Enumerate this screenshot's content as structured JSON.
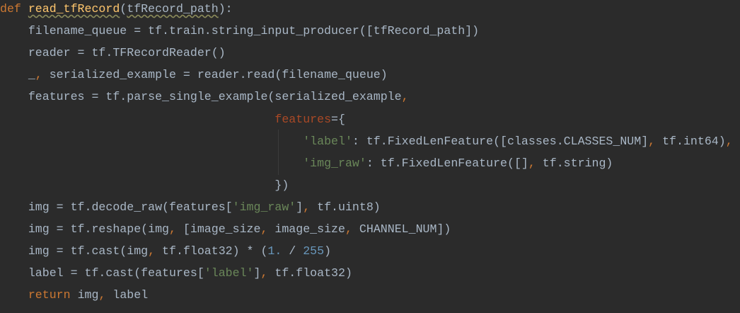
{
  "editor": {
    "colors": {
      "background": "#2b2b2b",
      "text": "#a9b7c6",
      "keyword": "#cc7832",
      "function": "#ffc66d",
      "string": "#6a8759",
      "named_param": "#aa4926",
      "number": "#6897bb"
    },
    "lines": [
      [
        {
          "t": "def ",
          "c": "kw"
        },
        {
          "t": "read_tfRecord",
          "c": "fn"
        },
        {
          "t": "(",
          "c": "tx"
        },
        {
          "t": "tfRecord_path",
          "c": "pm"
        },
        {
          "t": "):",
          "c": "tx"
        }
      ],
      [
        {
          "t": "    filename_queue = tf.train.string_input_producer([tfRecord_path])",
          "c": "tx"
        }
      ],
      [
        {
          "t": "    reader = tf.TFRecordReader()",
          "c": "tx"
        }
      ],
      [
        {
          "t": "    _",
          "c": "tx"
        },
        {
          "t": ",",
          "c": "cm"
        },
        {
          "t": " serialized_example = reader.read(filename_queue)",
          "c": "tx"
        }
      ],
      [
        {
          "t": "    features = tf.parse_single_example(serialized_example",
          "c": "tx"
        },
        {
          "t": ",",
          "c": "cm"
        }
      ],
      [
        {
          "t": "                                       ",
          "c": "tx"
        },
        {
          "t": "features",
          "c": "np"
        },
        {
          "t": "={",
          "c": "tx"
        }
      ],
      [
        {
          "t": "                                           ",
          "c": "tx"
        },
        {
          "t": "'label'",
          "c": "st"
        },
        {
          "t": ": tf.FixedLenFeature([classes.CLASSES_NUM]",
          "c": "tx"
        },
        {
          "t": ",",
          "c": "cm"
        },
        {
          "t": " tf.int64)",
          "c": "tx"
        },
        {
          "t": ",",
          "c": "cm"
        }
      ],
      [
        {
          "t": "                                           ",
          "c": "tx"
        },
        {
          "t": "'img_raw'",
          "c": "st"
        },
        {
          "t": ": tf.FixedLenFeature([]",
          "c": "tx"
        },
        {
          "t": ",",
          "c": "cm"
        },
        {
          "t": " tf.string)",
          "c": "tx"
        }
      ],
      [
        {
          "t": "                                       })",
          "c": "tx"
        }
      ],
      [
        {
          "t": "    img = tf.decode_raw(features[",
          "c": "tx"
        },
        {
          "t": "'img_raw'",
          "c": "st"
        },
        {
          "t": "]",
          "c": "tx"
        },
        {
          "t": ",",
          "c": "cm"
        },
        {
          "t": " tf.uint8)",
          "c": "tx"
        }
      ],
      [
        {
          "t": "    img = tf.reshape(img",
          "c": "tx"
        },
        {
          "t": ",",
          "c": "cm"
        },
        {
          "t": " [image_size",
          "c": "tx"
        },
        {
          "t": ",",
          "c": "cm"
        },
        {
          "t": " image_size",
          "c": "tx"
        },
        {
          "t": ",",
          "c": "cm"
        },
        {
          "t": " CHANNEL_NUM])",
          "c": "tx"
        }
      ],
      [
        {
          "t": "    img = tf.cast(img",
          "c": "tx"
        },
        {
          "t": ",",
          "c": "cm"
        },
        {
          "t": " tf.float32) * (",
          "c": "tx"
        },
        {
          "t": "1.",
          "c": "nu"
        },
        {
          "t": " / ",
          "c": "tx"
        },
        {
          "t": "255",
          "c": "nu"
        },
        {
          "t": ")",
          "c": "tx"
        }
      ],
      [
        {
          "t": "    label = tf.cast(features[",
          "c": "tx"
        },
        {
          "t": "'label'",
          "c": "st"
        },
        {
          "t": "]",
          "c": "tx"
        },
        {
          "t": ",",
          "c": "cm"
        },
        {
          "t": " tf.float32)",
          "c": "tx"
        }
      ],
      [
        {
          "t": "    ",
          "c": "tx"
        },
        {
          "t": "return ",
          "c": "kw"
        },
        {
          "t": "img",
          "c": "tx"
        },
        {
          "t": ",",
          "c": "cm"
        },
        {
          "t": " label",
          "c": "tx"
        }
      ]
    ]
  }
}
